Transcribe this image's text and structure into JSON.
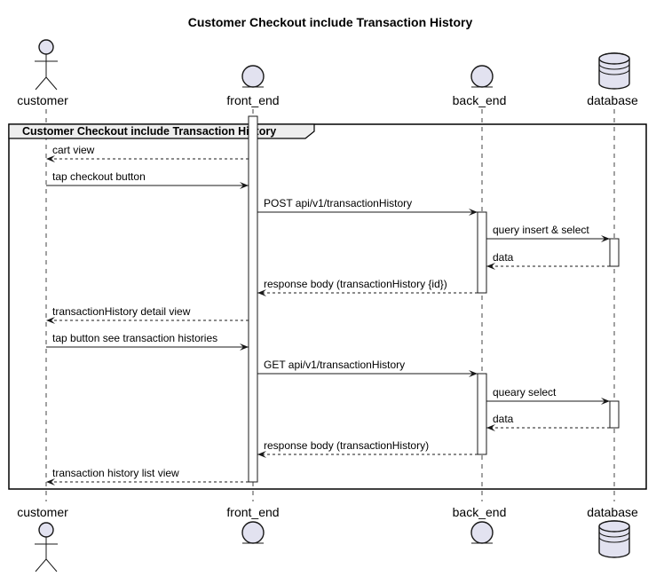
{
  "diagram": {
    "title": "Customer Checkout include Transaction History",
    "group_label": "Customer Checkout include Transaction History",
    "colors": {
      "shape_fill": "#E2E2F0",
      "line": "#181818",
      "background": "#FFFFFF"
    },
    "participants": [
      {
        "id": "customer",
        "label": "customer",
        "kind": "actor"
      },
      {
        "id": "front_end",
        "label": "front_end",
        "kind": "entity"
      },
      {
        "id": "back_end",
        "label": "back_end",
        "kind": "entity"
      },
      {
        "id": "database",
        "label": "database",
        "kind": "database"
      }
    ],
    "messages": [
      {
        "from": "front_end",
        "to": "customer",
        "label": "cart view",
        "style": "reply"
      },
      {
        "from": "customer",
        "to": "front_end",
        "label": "tap checkout button",
        "style": "call"
      },
      {
        "from": "front_end",
        "to": "back_end",
        "label": "POST api/v1/transactionHistory",
        "style": "call"
      },
      {
        "from": "back_end",
        "to": "database",
        "label": "query insert & select",
        "style": "call"
      },
      {
        "from": "database",
        "to": "back_end",
        "label": "data",
        "style": "reply"
      },
      {
        "from": "back_end",
        "to": "front_end",
        "label": "response body (transactionHistory {id})",
        "style": "reply"
      },
      {
        "from": "front_end",
        "to": "customer",
        "label": "transactionHistory detail view",
        "style": "reply"
      },
      {
        "from": "customer",
        "to": "front_end",
        "label": "tap button see transaction histories",
        "style": "call"
      },
      {
        "from": "front_end",
        "to": "back_end",
        "label": "GET api/v1/transactionHistory",
        "style": "call"
      },
      {
        "from": "back_end",
        "to": "database",
        "label": "queary select",
        "style": "call"
      },
      {
        "from": "database",
        "to": "back_end",
        "label": "data",
        "style": "reply"
      },
      {
        "from": "back_end",
        "to": "front_end",
        "label": "response body (transactionHistory)",
        "style": "reply"
      },
      {
        "from": "front_end",
        "to": "customer",
        "label": "transaction history list view",
        "style": "reply"
      }
    ]
  }
}
